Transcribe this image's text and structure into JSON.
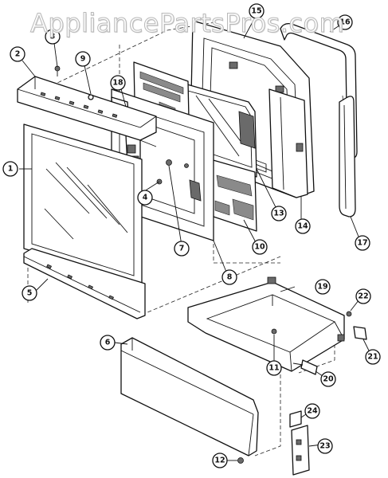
{
  "watermark": "AppliancePartsPros.com",
  "callouts": [
    {
      "id": "c1",
      "label": "1"
    },
    {
      "id": "c2",
      "label": "2"
    },
    {
      "id": "c3",
      "label": "3"
    },
    {
      "id": "c4",
      "label": "4"
    },
    {
      "id": "c5",
      "label": "5"
    },
    {
      "id": "c6",
      "label": "6"
    },
    {
      "id": "c7",
      "label": "7"
    },
    {
      "id": "c8",
      "label": "8"
    },
    {
      "id": "c9",
      "label": "9"
    },
    {
      "id": "c10",
      "label": "10"
    },
    {
      "id": "c11",
      "label": "11"
    },
    {
      "id": "c12",
      "label": "12"
    },
    {
      "id": "c13",
      "label": "13"
    },
    {
      "id": "c14",
      "label": "14"
    },
    {
      "id": "c15",
      "label": "15"
    },
    {
      "id": "c16",
      "label": "16"
    },
    {
      "id": "c17",
      "label": "17"
    },
    {
      "id": "c18",
      "label": "18"
    },
    {
      "id": "c19",
      "label": "19"
    },
    {
      "id": "c20",
      "label": "20"
    },
    {
      "id": "c21",
      "label": "21"
    },
    {
      "id": "c22",
      "label": "22"
    },
    {
      "id": "c23",
      "label": "23"
    },
    {
      "id": "c24",
      "label": "24"
    }
  ]
}
